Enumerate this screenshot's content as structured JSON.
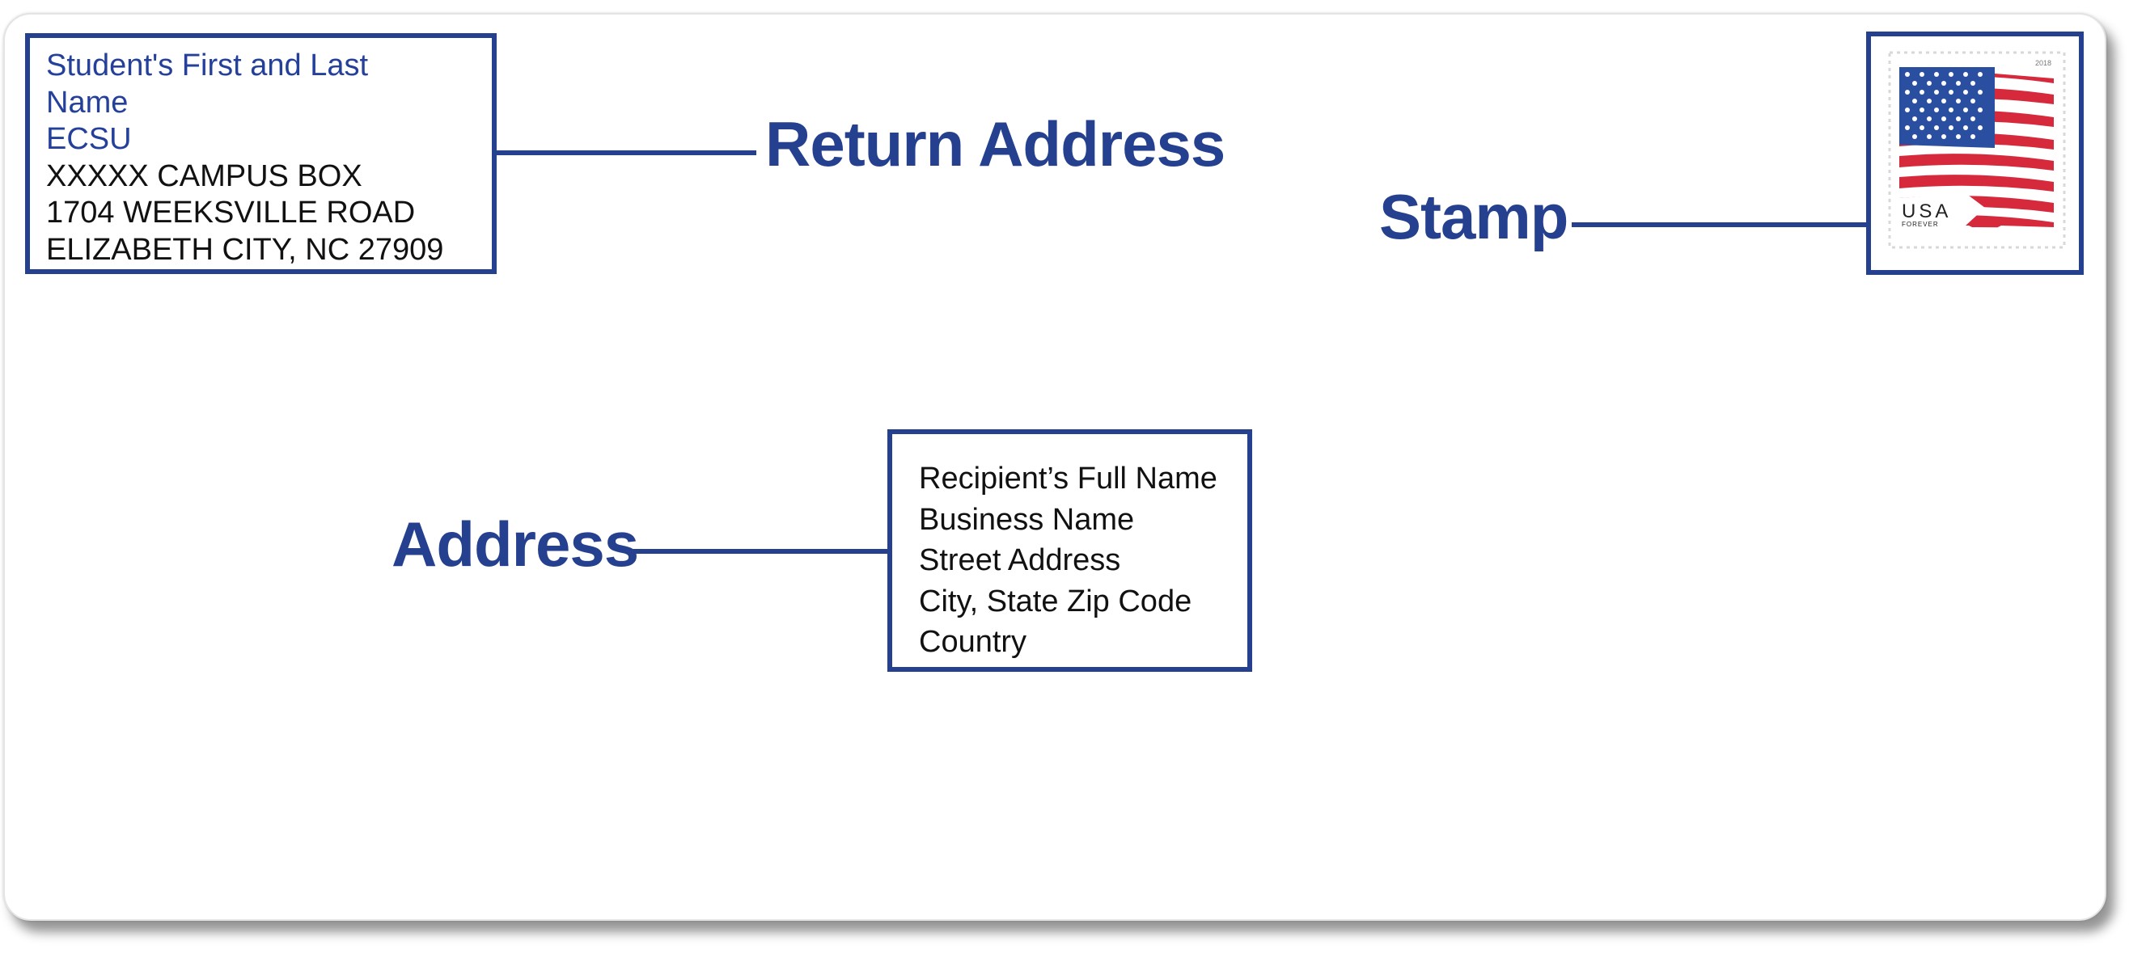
{
  "return_address": {
    "label": "Return Address",
    "lines": [
      "Student's First and Last",
      "Name",
      "ECSU",
      "XXXXX CAMPUS BOX",
      "1704 WEEKSVILLE ROAD",
      "ELIZABETH CITY, NC 27909"
    ]
  },
  "stamp": {
    "label": "Stamp",
    "country": "USA",
    "denomination": "FOREVER",
    "year": "2018",
    "icon": "us-flag-stamp-icon"
  },
  "address": {
    "label": "Address",
    "lines": [
      "Recipient’s Full Name",
      "Business Name",
      "Street Address",
      "City, State Zip Code",
      "Country"
    ]
  },
  "colors": {
    "accent": "#24408f",
    "flag_blue": "#2a4fa0",
    "flag_red": "#d62a3c"
  }
}
